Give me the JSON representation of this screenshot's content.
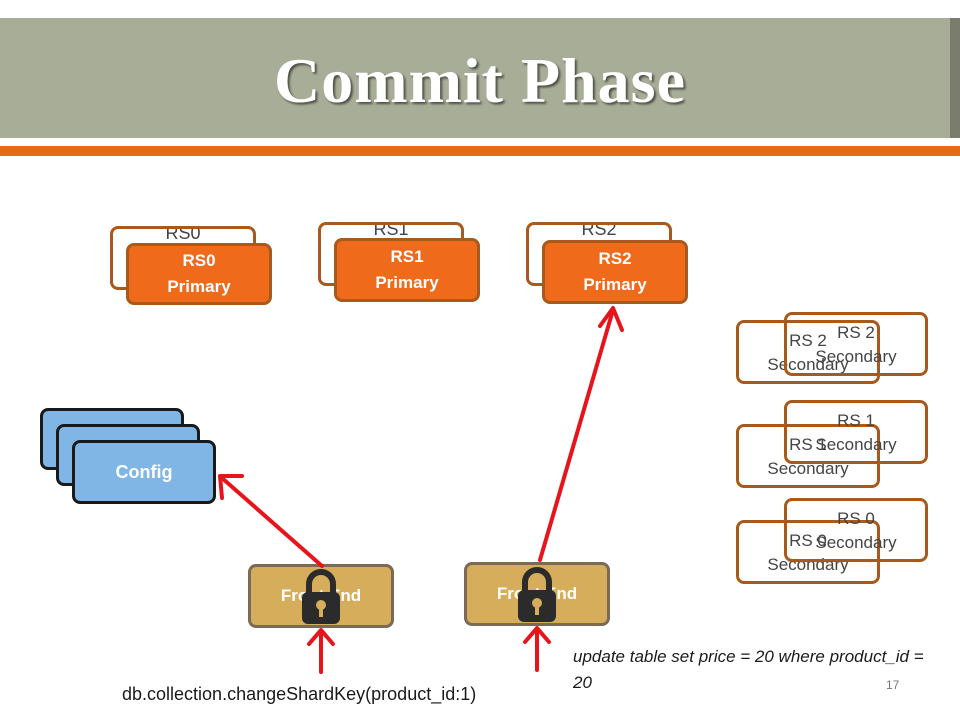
{
  "slide": {
    "title": "Commit Phase",
    "page_number": "17"
  },
  "replica_sets": [
    {
      "back_label": "RS0",
      "primary_label": [
        "RS0",
        "Primary"
      ]
    },
    {
      "back_label": "RS1",
      "primary_label": [
        "RS1",
        "Primary"
      ]
    },
    {
      "back_label": "RS2",
      "primary_label": [
        "RS2",
        "Primary"
      ]
    }
  ],
  "secondaries": [
    {
      "back": [
        "RS 2",
        "Secondary"
      ],
      "front": [
        "RS 2",
        "Secondary"
      ]
    },
    {
      "back": [
        "RS 1",
        "Secondary"
      ],
      "front": [
        "RS 1",
        "Secondary"
      ]
    },
    {
      "back": [
        "RS 0",
        "Secondary"
      ],
      "front": [
        "RS 0",
        "Secondary"
      ]
    }
  ],
  "config": {
    "label": "Config"
  },
  "front_ends": [
    {
      "label": "Front End",
      "icon": "lock-icon"
    },
    {
      "label": "Front End",
      "icon": "lock-icon"
    }
  ],
  "commands": {
    "shard_key": "db.collection.changeShardKey(product_id:1)",
    "update": "update table set price = 20 where product_id = 20"
  },
  "colors": {
    "title_bar": "#a8ad98",
    "accent_line": "#e46b17",
    "primary_fill": "#ef6a1b",
    "border": "#a85a1d",
    "config_fill": "#7fb6e6",
    "front_end_fill": "#d6ad5a",
    "arrow": "#e8141c"
  }
}
